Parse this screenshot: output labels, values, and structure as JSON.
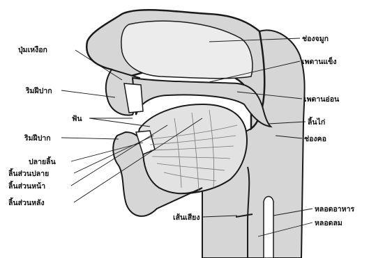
{
  "diagram": {
    "labels": {
      "gum": "ปุ่มเหงือก",
      "upper_lip": "ริมฝีปาก",
      "teeth": "ฟัน",
      "lower_lip": "ริมฝีปาก",
      "tongue_tip": "ปลายลิ้น",
      "tongue_blade": "ลิ้นส่วนปลาย",
      "tongue_front": "ลิ้นส่วนหน้า",
      "tongue_back": "ลิ้นส่วนหลัง",
      "vocal_cords": "เส้นเสียง",
      "nasal_cavity": "ช่องจมูก",
      "hard_palate": "เพดานแข็ง",
      "soft_palate": "เพดานอ่อน",
      "uvula": "ลิ้นไก่",
      "pharynx": "ช่องคอ",
      "esophagus": "หลอดอาหาร",
      "trachea": "หลอดลม"
    },
    "colors": {
      "tissue": "#d6d6d6",
      "cavity": "#ececec",
      "line": "#1a1a1a",
      "background": "#ffffff"
    }
  }
}
